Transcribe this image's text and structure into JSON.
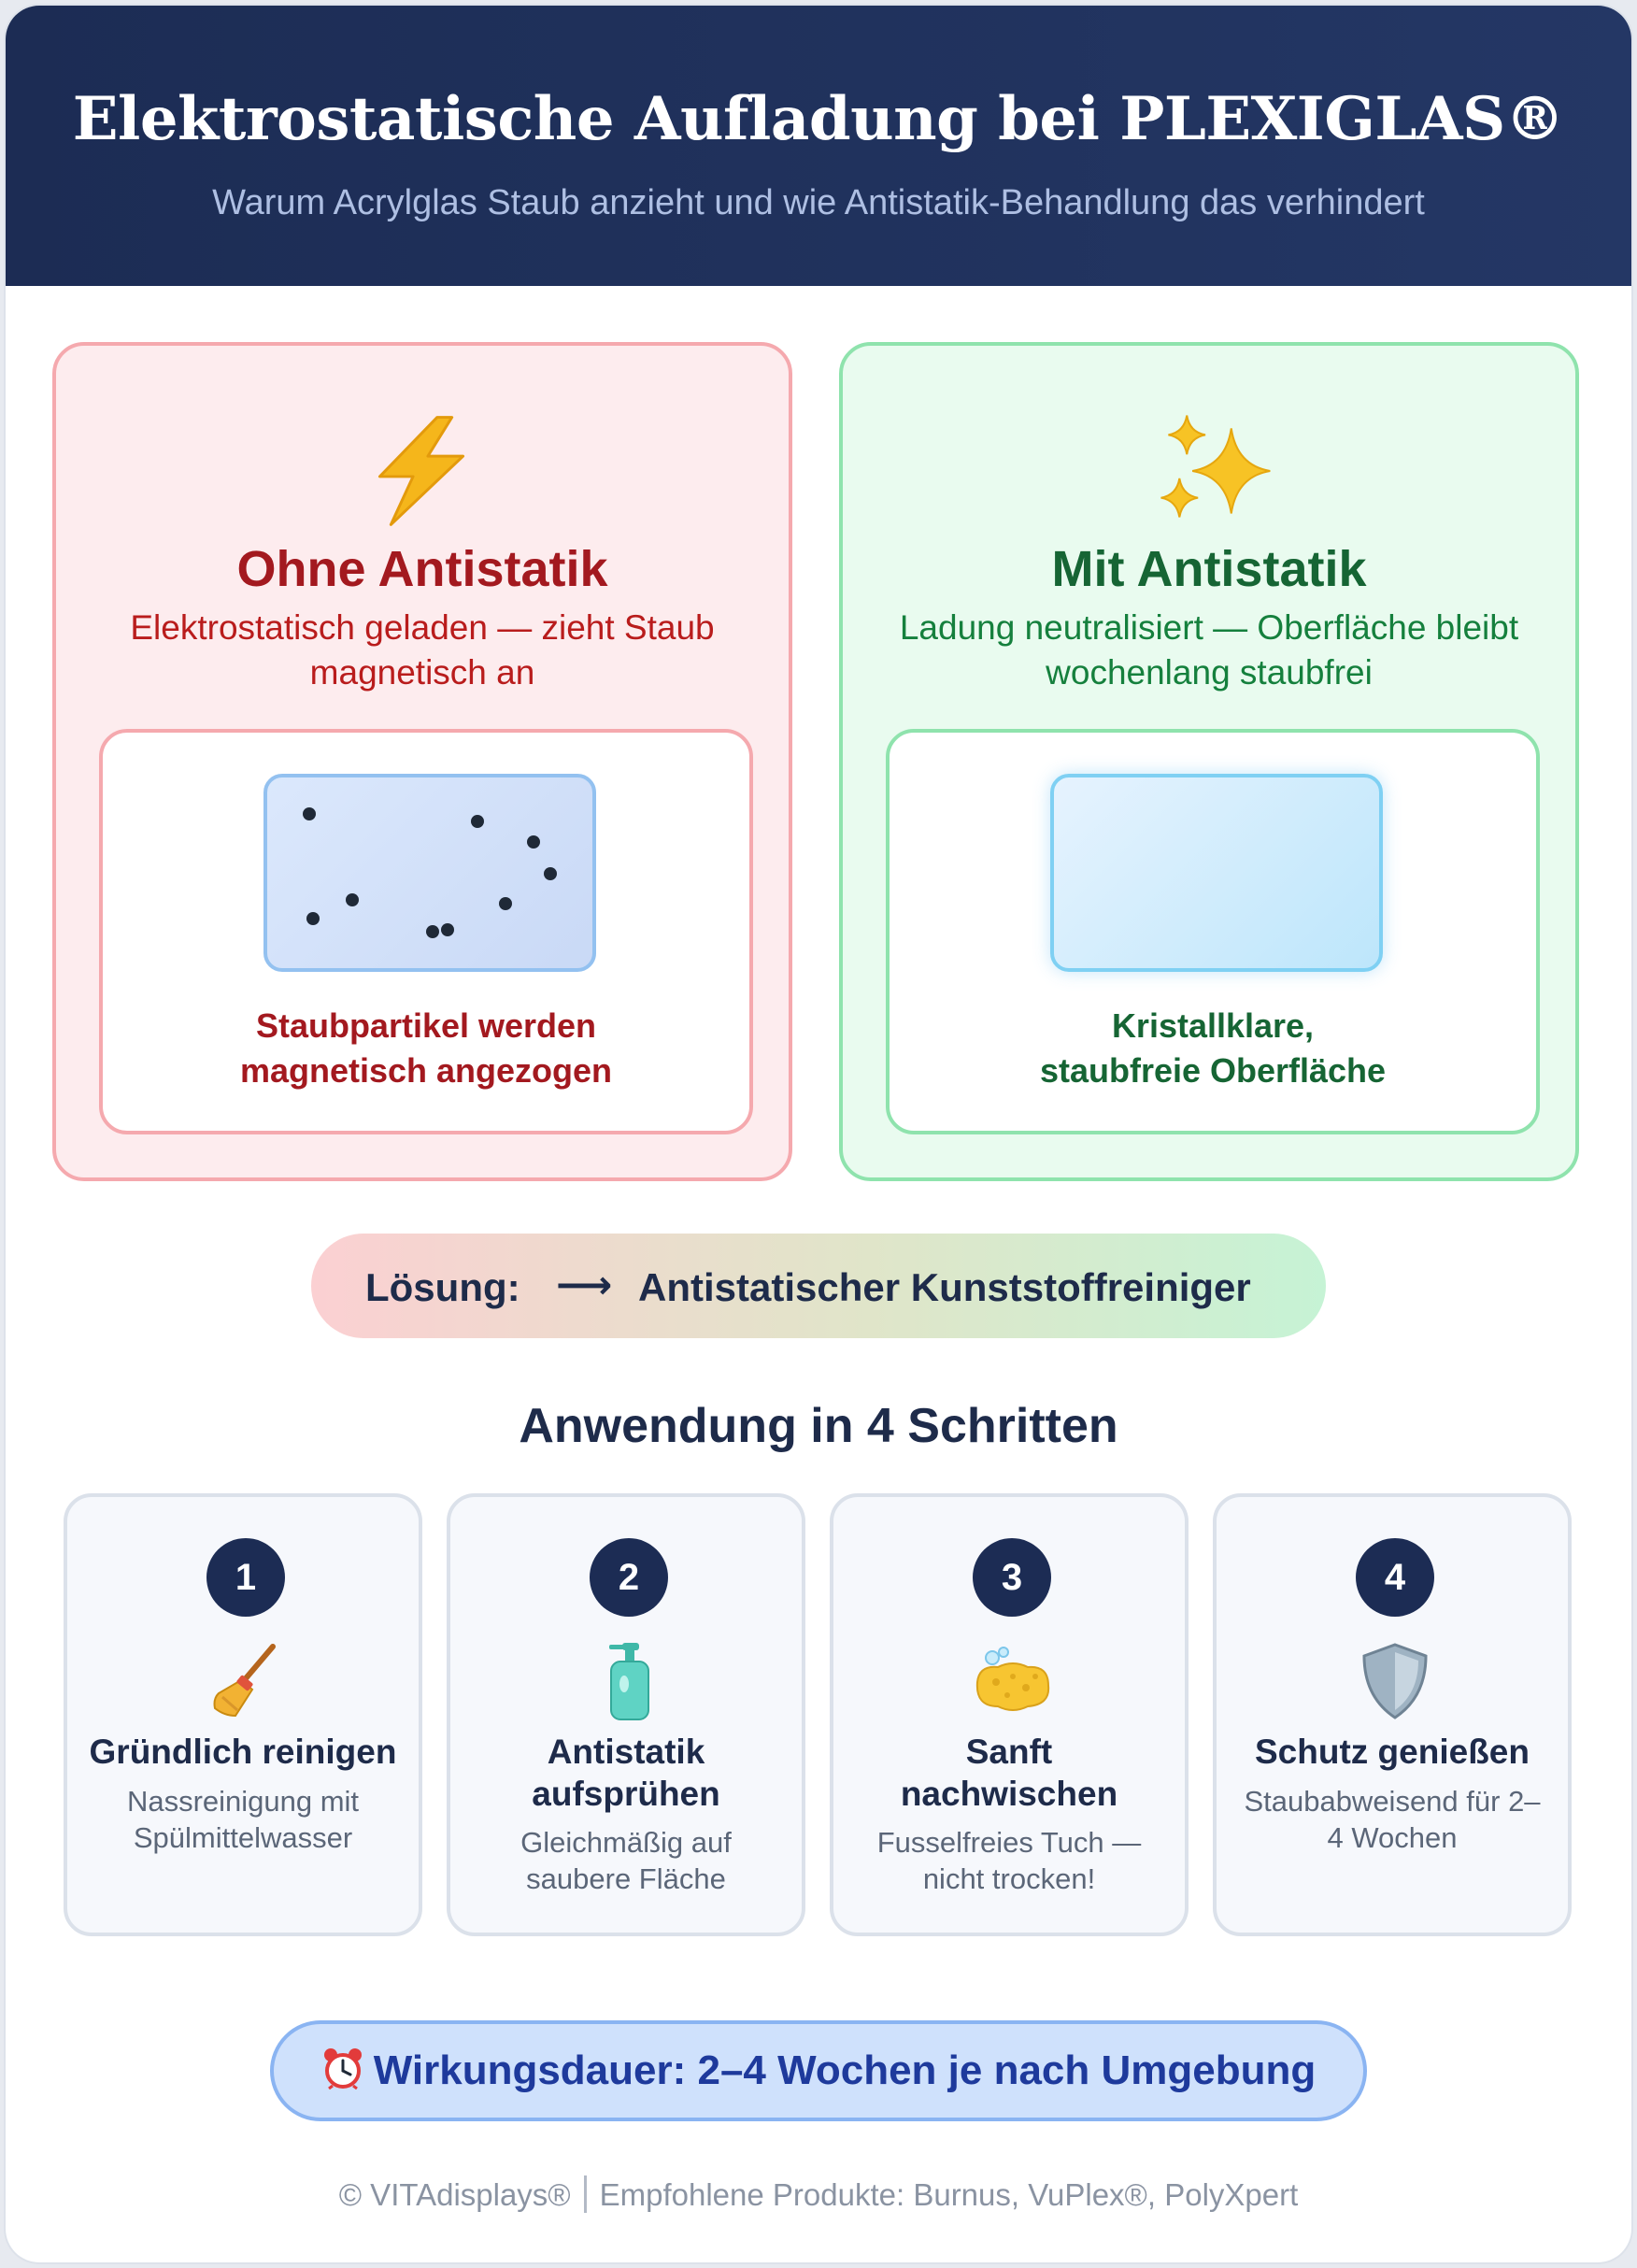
{
  "header": {
    "title": "Elektrostatische Aufladung bei PLEXIGLAS®",
    "subtitle": "Warum Acrylglas Staub anzieht und wie Antistatik-Behandlung das verhindert"
  },
  "comparison": {
    "without": {
      "icon": "lightning-icon",
      "title": "Ohne Antistatik",
      "description": "Elektrostatisch geladen — zieht Staub magnetisch an",
      "caption_line1": "Staubpartikel werden",
      "caption_line2": "magnetisch angezogen",
      "accent": "#a3191f"
    },
    "with": {
      "icon": "sparkles-icon",
      "title": "Mit Antistatik",
      "description": "Ladung neutralisiert — Oberfläche bleibt wochenlang staubfrei",
      "caption_line1": "Kristallklare,",
      "caption_line2": "staubfreie Oberfläche",
      "accent": "#166534"
    }
  },
  "solution": {
    "label": "Lösung:",
    "arrow": "⟶",
    "text": "Antistatischer Kunststoffreiniger"
  },
  "steps": {
    "title": "Anwendung in 4 Schritten",
    "items": [
      {
        "number": "1",
        "icon": "broom-icon",
        "title": "Gründlich reinigen",
        "text": "Nassreinigung mit Spülmittelwasser"
      },
      {
        "number": "2",
        "icon": "spray-bottle-icon",
        "title": "Antistatik aufsprühen",
        "text": "Gleichmäßig auf saubere Fläche"
      },
      {
        "number": "3",
        "icon": "sponge-icon",
        "title": "Sanft nachwischen",
        "text": "Fusselfreies Tuch — nicht trocken!"
      },
      {
        "number": "4",
        "icon": "shield-icon",
        "title": "Schutz genießen",
        "text": "Staubabweisend für 2–4 Wochen"
      }
    ]
  },
  "duration": {
    "icon": "alarm-clock-icon",
    "text": "Wirkungsdauer: 2–4 Wochen je nach Umgebung"
  },
  "footer": {
    "copyright": "© VITAdisplays®",
    "products": "Empfohlene Produkte: Burnus, VuPlex®, PolyXpert"
  },
  "colors": {
    "header_bg": "#1c2c54",
    "bad_border": "#f5a9ae",
    "good_border": "#8fe3ad",
    "duration_text": "#1e3a9c"
  }
}
